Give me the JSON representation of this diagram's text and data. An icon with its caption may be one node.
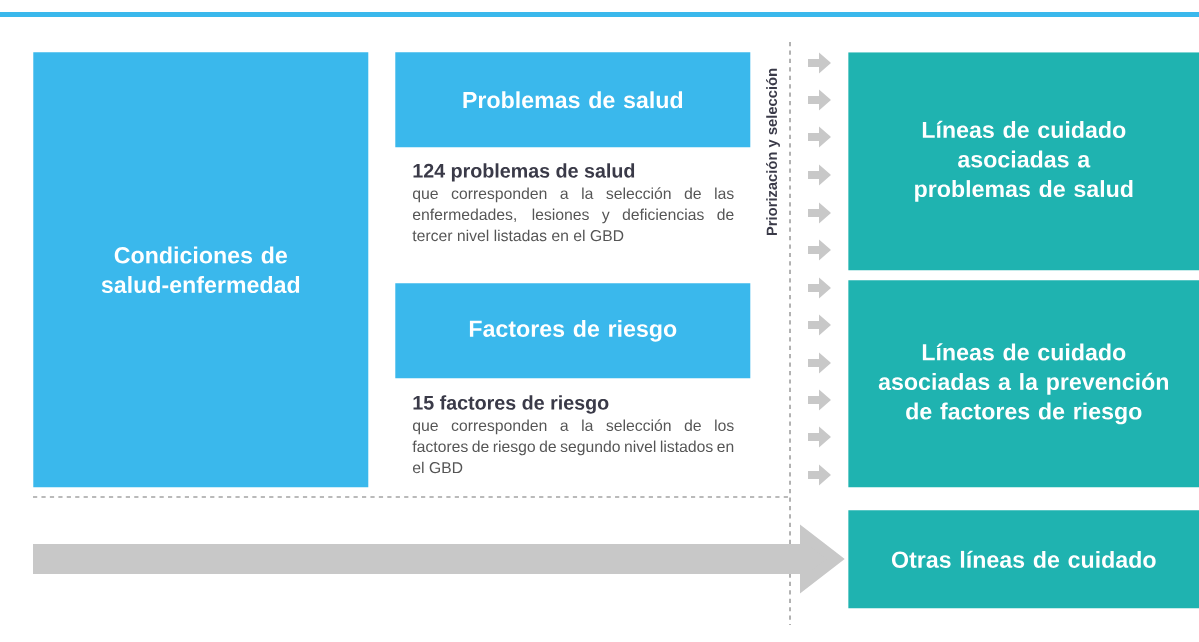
{
  "diagram": {
    "nodes": [
      {
        "text": [
          "Condiciones de salud-enfermedad"
        ]
      },
      {
        "text": [
          "Problemas de salud"
        ],
        "beside": [
          "124 problemas de salud",
          "que corresponden a la selección de las enfermedades, lesiones y deficiencias de tercer nivel listadas en el GBD"
        ]
      },
      {
        "text": [
          "Factores de riesgo"
        ],
        "beside": [
          "15 factores de riesgo",
          "que corresponden a la selección de los factores de riesgo de segundo nivel listados en el GBD"
        ]
      },
      {
        "text": [
          "Líneas de cuidado asociadas a problemas de salud"
        ]
      },
      {
        "text": [
          "Líneas de cuidado asociadas a la prevención de factores de riesgo"
        ]
      },
      {
        "text": [
          "Otras líneas de cuidado"
        ]
      }
    ],
    "edges": [
      {
        "from": null,
        "to": 5,
        "arrow": "to"
      }
    ],
    "labels": [
      "Priorización y selección"
    ]
  }
}
